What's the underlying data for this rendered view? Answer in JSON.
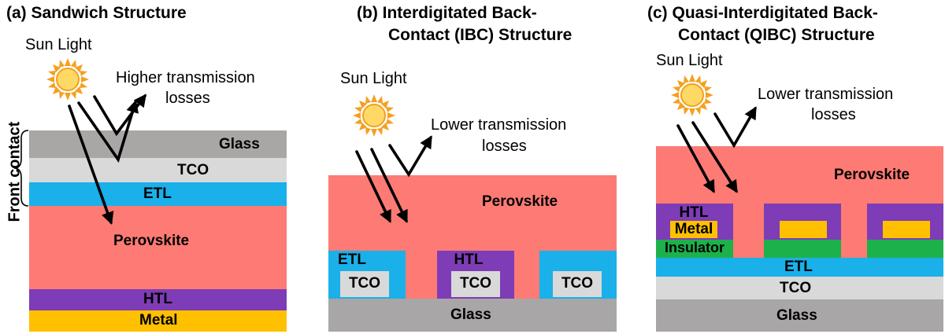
{
  "panels": {
    "a": {
      "title": "(a)  Sandwich Structure",
      "sun_label": "Sun Light",
      "loss_text_1": "Higher transmission",
      "loss_text_2": "losses",
      "front_contact": "Front contact",
      "layers": {
        "glass": "Glass",
        "tco": "TCO",
        "etl": "ETL",
        "perovskite": "Perovskite",
        "htl": "HTL",
        "metal": "Metal"
      }
    },
    "b": {
      "title_1": "(b)   Interdigitated Back-",
      "title_2": "Contact (IBC) Structure",
      "sun_label": "Sun Light",
      "loss_text_1": "Lower transmission",
      "loss_text_2": "losses",
      "layers": {
        "perovskite": "Perovskite",
        "etl": "ETL",
        "htl": "HTL",
        "tco_1": "TCO",
        "tco_2": "TCO",
        "tco_3": "TCO",
        "glass": "Glass"
      }
    },
    "c": {
      "title_1": "(c)  Quasi-Interdigitated Back-",
      "title_2": "Contact (QIBC) Structure",
      "sun_label": "Sun Light",
      "loss_text_1": "Lower transmission",
      "loss_text_2": "losses",
      "layers": {
        "perovskite": "Perovskite",
        "htl": "HTL",
        "metal": "Metal",
        "insulator": "Insulator",
        "etl": "ETL",
        "tco": "TCO",
        "glass": "Glass"
      }
    }
  },
  "colors": {
    "glass_top": "#a9a6a6",
    "glass_bottom": "#a8a6a6",
    "tco": "#d9d9d9",
    "etl": "#1ab0ea",
    "perovskite": "#fd7b74",
    "htl": "#7e3cb6",
    "metal": "#ffc000",
    "insulator": "#1db14b",
    "sun_core": "#ffd966",
    "sun_rays": "#f4a020"
  }
}
